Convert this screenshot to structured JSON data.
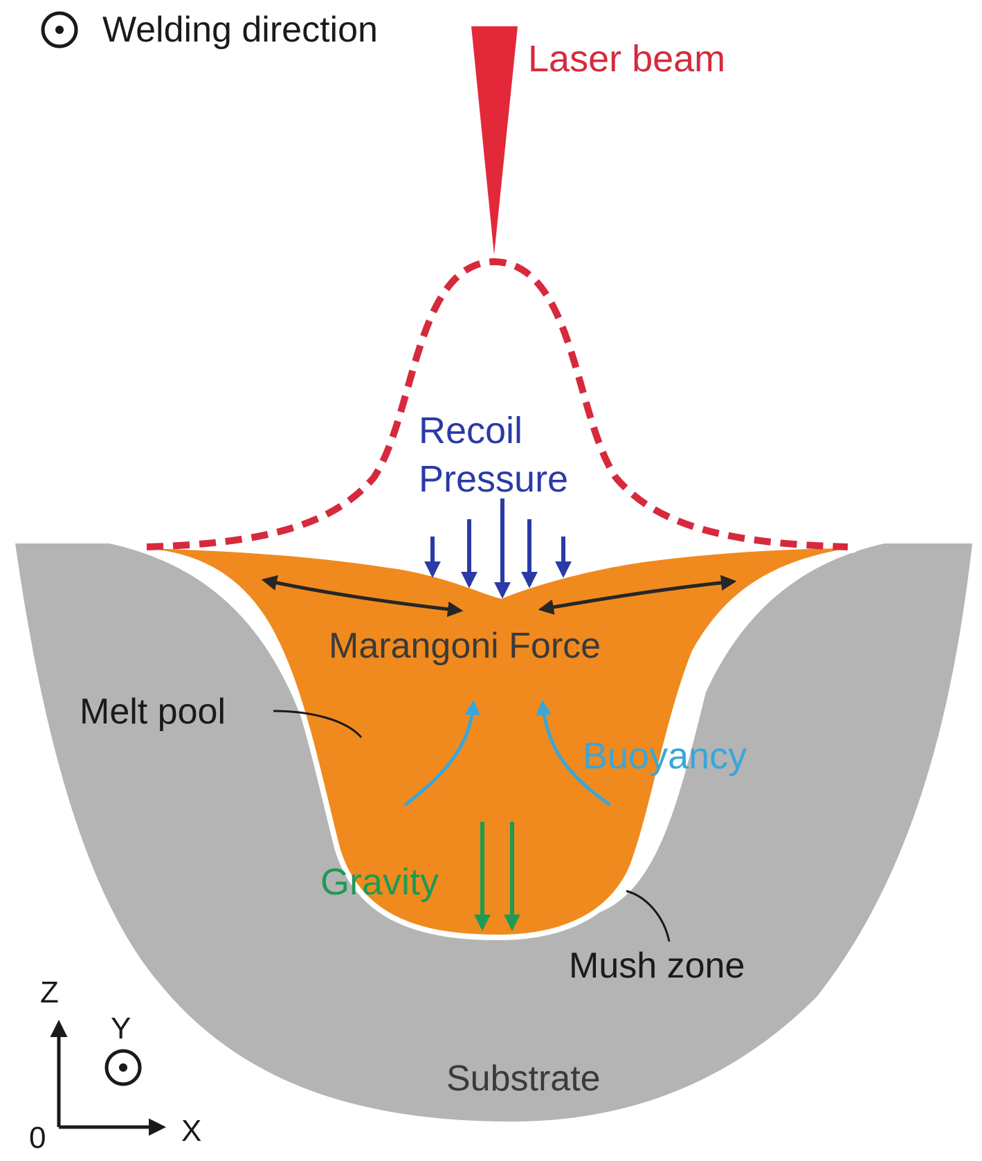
{
  "legend": {
    "welding_direction": "Welding direction"
  },
  "labels": {
    "laser_beam": "Laser beam",
    "recoil_line1": "Recoil",
    "recoil_line2": "Pressure",
    "marangoni": "Marangoni Force",
    "melt_pool": "Melt pool",
    "buoyancy": "Buoyancy",
    "gravity": "Gravity",
    "mush_zone": "Mush zone",
    "substrate": "Substrate"
  },
  "axes": {
    "z": "Z",
    "y": "Y",
    "x": "X",
    "origin": "0"
  },
  "colors": {
    "substrate": "#b4b4b4",
    "melt_pool": "#f08a1e",
    "laser": "#e3283a",
    "laser_profile": "#d62a3c",
    "recoil_arrows": "#2b3aa6",
    "marangoni_arrows": "#262626",
    "buoyancy_arrows": "#3aa6d8",
    "gravity_arrows": "#1e9a55",
    "mush_zone": "#ffffff"
  },
  "icons": {
    "welding_direction": "dot-in-circle-icon",
    "y_axis": "dot-in-circle-icon"
  }
}
